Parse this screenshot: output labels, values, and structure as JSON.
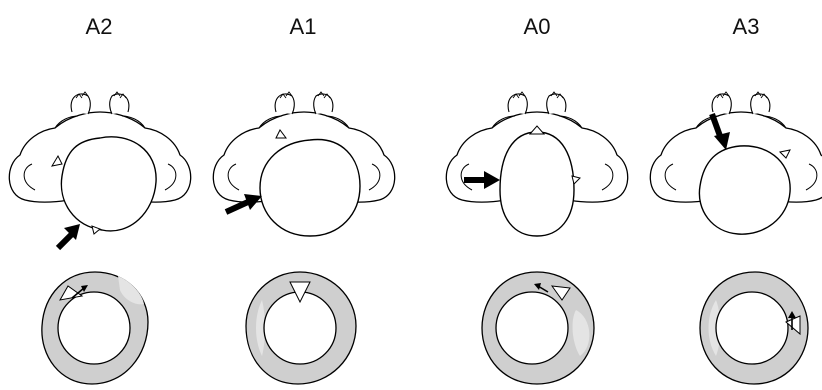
{
  "panels": [
    {
      "label": "A2"
    },
    {
      "label": "A1"
    },
    {
      "label": "A0"
    },
    {
      "label": "A3"
    }
  ],
  "colors": {
    "outline": "#000000",
    "ring_fill": "#c8c8c8",
    "ring_light": "#e6e6e6",
    "arrow": "#000000"
  },
  "icons": {
    "body": "patient-body-top-view",
    "head": "head-circle",
    "ring": "cervix-ring",
    "arrow": "direction-arrow"
  }
}
